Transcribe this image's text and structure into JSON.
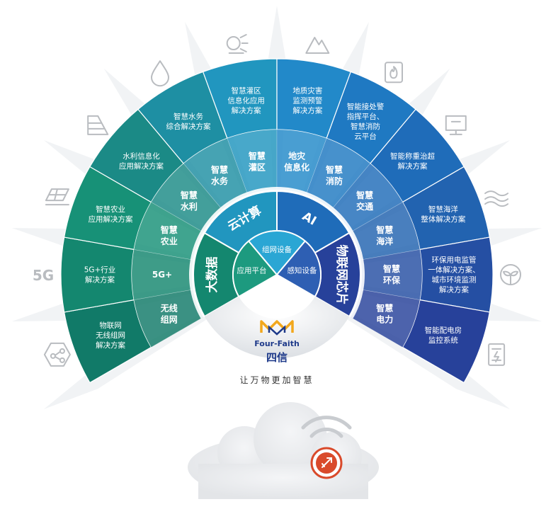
{
  "outer_ring": [
    {
      "lines": [
        "物联网",
        "无线组网",
        "解决方案"
      ],
      "color": "#117a68"
    },
    {
      "lines": [
        "5G+行业",
        "解决方案"
      ],
      "color": "#14876f"
    },
    {
      "lines": [
        "智慧农业",
        "应用解决方案"
      ],
      "color": "#179177"
    },
    {
      "lines": [
        "水利信息化",
        "应用解决方案"
      ],
      "color": "#1b8a86"
    },
    {
      "lines": [
        "智慧水务",
        "综合解决方案"
      ],
      "color": "#1e8fa3"
    },
    {
      "lines": [
        "智慧灌区",
        "信息化应用",
        "解决方案"
      ],
      "color": "#2196bf"
    },
    {
      "lines": [
        "地质灾害",
        "监测预警",
        "解决方案"
      ],
      "color": "#2289c9"
    },
    {
      "lines": [
        "智能接处警",
        "指挥平台、",
        "智慧消防",
        "云平台"
      ],
      "color": "#1f79c2"
    },
    {
      "lines": [
        "智能称重治超",
        "解决方案"
      ],
      "color": "#1f6cb9"
    },
    {
      "lines": [
        "智慧海洋",
        "整体解决方案"
      ],
      "color": "#2263b0"
    },
    {
      "lines": [
        "环保用电监管",
        "一体解决方案、",
        "城市环境监测",
        "解决方案"
      ],
      "color": "#254fa3"
    },
    {
      "lines": [
        "智能配电房",
        "监控系统"
      ],
      "color": "#27419a"
    }
  ],
  "middle_ring": [
    {
      "lines": [
        "无线",
        "组网"
      ]
    },
    {
      "lines": [
        "5G+"
      ]
    },
    {
      "lines": [
        "智慧",
        "农业"
      ]
    },
    {
      "lines": [
        "智慧",
        "水利"
      ]
    },
    {
      "lines": [
        "智慧",
        "水务"
      ]
    },
    {
      "lines": [
        "智慧",
        "灌区"
      ]
    },
    {
      "lines": [
        "地灾",
        "信息化"
      ]
    },
    {
      "lines": [
        "智慧",
        "消防"
      ]
    },
    {
      "lines": [
        "智慧",
        "交通"
      ]
    },
    {
      "lines": [
        "智慧",
        "海洋"
      ]
    },
    {
      "lines": [
        "智慧",
        "环保"
      ]
    },
    {
      "lines": [
        "智慧",
        "电力"
      ]
    }
  ],
  "core_ring": [
    {
      "label": "大数据",
      "color": "#14876f"
    },
    {
      "label": "云计算",
      "color": "#2196bf"
    },
    {
      "label": "AI",
      "color": "#1f6cb9"
    },
    {
      "label": "物联网芯片",
      "color": "#27419a"
    }
  ],
  "inner_ring": [
    {
      "label": "应用平台",
      "color": "#1d9a7f"
    },
    {
      "label": "组网设备",
      "color": "#2aa6d4"
    },
    {
      "label": "感知设备",
      "color": "#2e5fb3"
    }
  ],
  "brand": {
    "name": "Four-Faith",
    "cn": "四信",
    "slogan": "让万物更加智慧"
  },
  "icons": [
    "network-icon",
    "5g-icon",
    "solar-panel-icon",
    "dam-icon",
    "water-drop-icon",
    "irrigation-icon",
    "mountain-icon",
    "fire-alarm-icon",
    "weighing-scale-icon",
    "ocean-wave-icon",
    "environment-icon",
    "power-meter-icon"
  ]
}
